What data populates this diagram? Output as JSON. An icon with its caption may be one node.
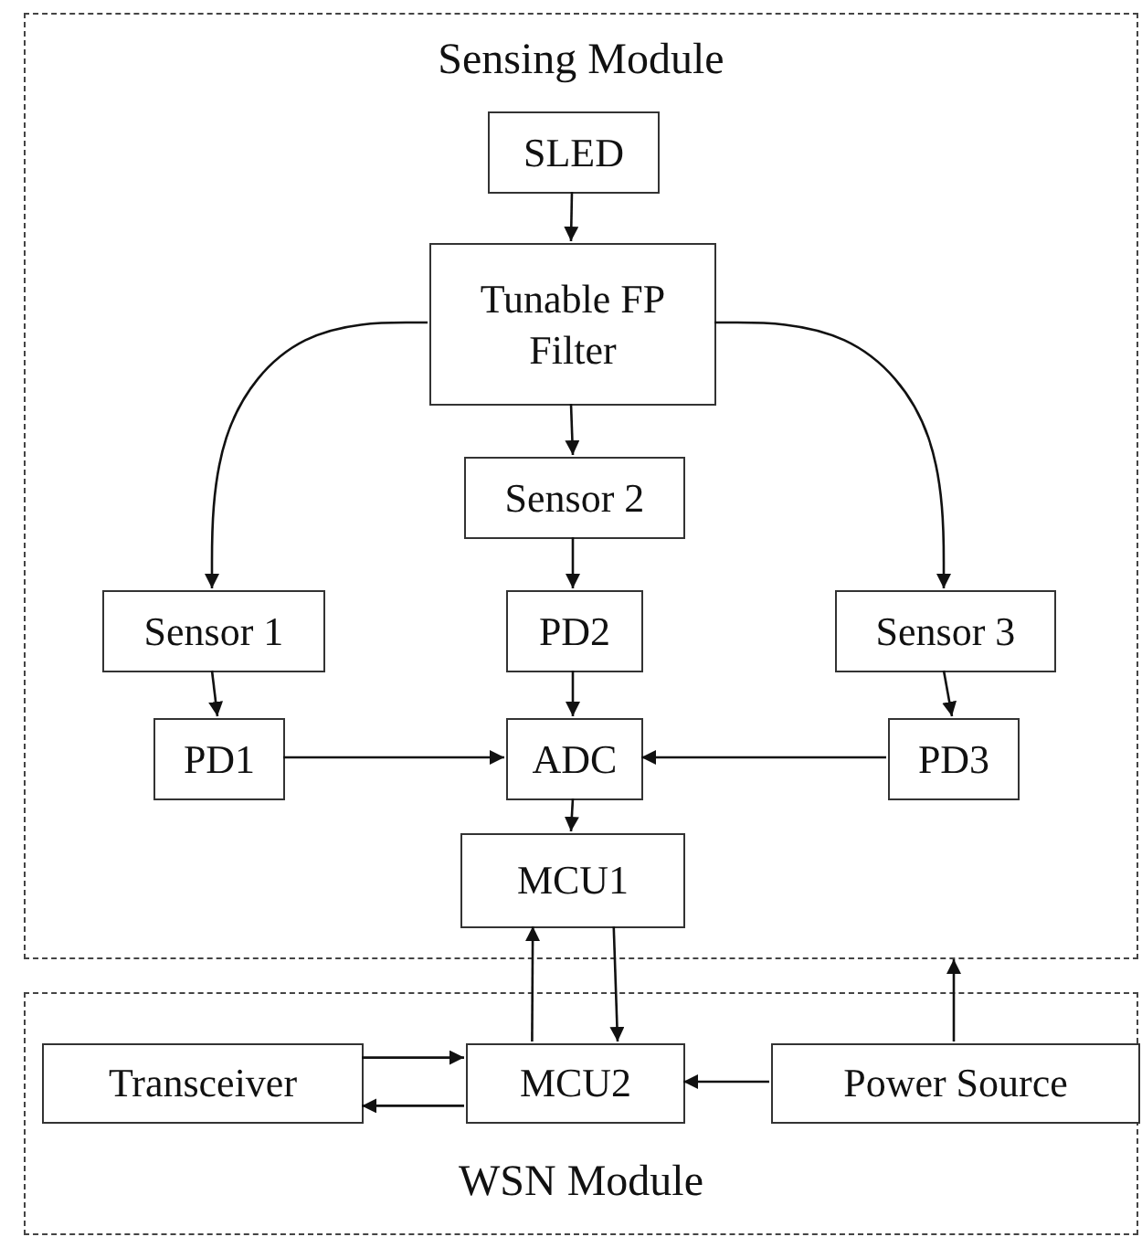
{
  "diagram": {
    "nodes": [
      {
        "text": [
          "Sensing Module"
        ]
      },
      {
        "text": [
          "SLED"
        ],
        "in": 0
      },
      {
        "text": [
          "Tunable FP Filter"
        ],
        "in": 0
      },
      {
        "text": [
          "Sensor 2"
        ],
        "in": 0
      },
      {
        "text": [
          "Sensor 1"
        ],
        "in": 0
      },
      {
        "text": [
          "PD2"
        ],
        "in": 0
      },
      {
        "text": [
          "Sensor 3"
        ],
        "in": 0
      },
      {
        "text": [
          "PD1"
        ],
        "in": 0
      },
      {
        "text": [
          "ADC"
        ],
        "in": 0
      },
      {
        "text": [
          "PD3"
        ],
        "in": 0
      },
      {
        "text": [
          "MCU1"
        ],
        "in": 0
      },
      {
        "text": [
          "WSN Module"
        ]
      },
      {
        "text": [
          "Transceiver"
        ],
        "in": 11
      },
      {
        "text": [
          "MCU2"
        ],
        "in": 11
      },
      {
        "text": [
          "Power Source"
        ],
        "in": 11
      }
    ],
    "edges": [
      {
        "from": 1,
        "to": 2,
        "arrow": "to"
      },
      {
        "from": 2,
        "to": 4,
        "arrow": "to"
      },
      {
        "from": 2,
        "to": 3,
        "arrow": "to"
      },
      {
        "from": 2,
        "to": 6,
        "arrow": "to"
      },
      {
        "from": 4,
        "to": 7,
        "arrow": "to"
      },
      {
        "from": 3,
        "to": 5,
        "arrow": "to"
      },
      {
        "from": 6,
        "to": 9,
        "arrow": "to"
      },
      {
        "from": 5,
        "to": 8,
        "arrow": "to"
      },
      {
        "from": 7,
        "to": 8,
        "arrow": "to"
      },
      {
        "from": 9,
        "to": 8,
        "arrow": "to"
      },
      {
        "from": 8,
        "to": 10,
        "arrow": "to"
      },
      {
        "from": 13,
        "to": 10,
        "arrow": "to"
      },
      {
        "from": 10,
        "to": 13,
        "arrow": "to"
      },
      {
        "from": 12,
        "to": 13,
        "arrow": "to"
      },
      {
        "from": 13,
        "to": 12,
        "arrow": "to"
      },
      {
        "from": 14,
        "to": 13,
        "arrow": "to"
      },
      {
        "from": 14,
        "to": 0,
        "arrow": "to"
      }
    ]
  }
}
